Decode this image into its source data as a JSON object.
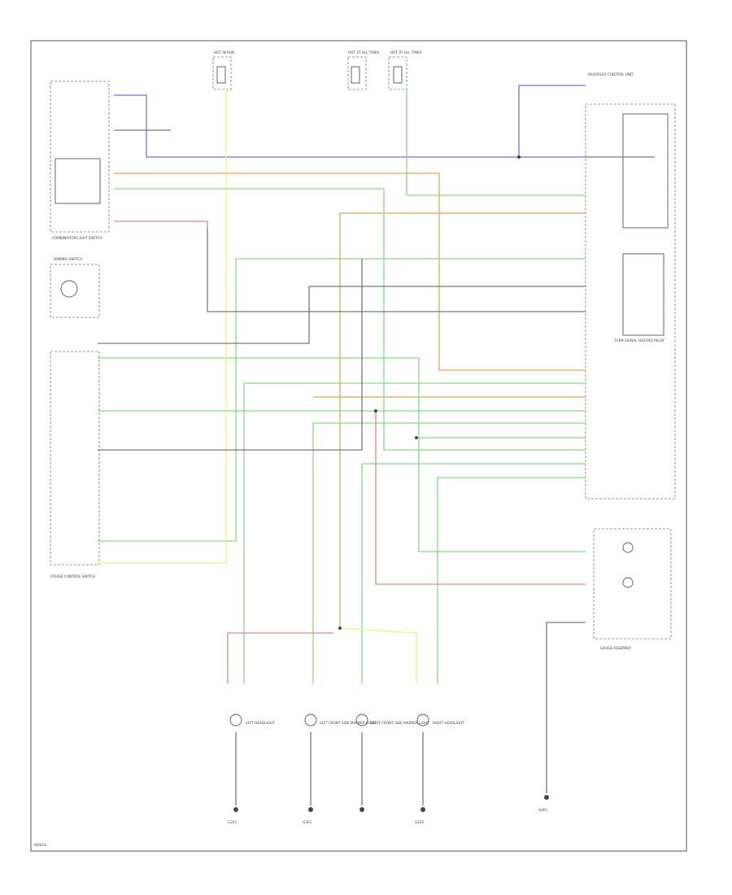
{
  "colors": {
    "blue": "#6f6ff2",
    "orange": "#f0a050",
    "green": "#7fe07f",
    "yellow": "#f0f07a",
    "red": "#f08080",
    "gray": "#777777",
    "frame": "#555555"
  },
  "labels": {
    "fuse_box_top_left": "HOT IN RUN",
    "fuse_box_top_mid": "HOT AT ALL TIMES",
    "fuse_box_top_right": "HOT AT ALL TIMES",
    "left_panel_label": "COMBINATION LIGHT SWITCH",
    "dimmer_label": "DIMMER SWITCH",
    "cruise_label": "CRUISE CONTROL SWITCH",
    "control_unit_label": "MULTIPLEX CONTROL UNIT",
    "turn_signal_label": "TURN SIGNAL HAZARD RELAY",
    "right_lower_label": "GAUGE ASSEMBLY",
    "headlight_left": "LEFT HEADLIGHT",
    "headlight_left2": "LEFT FRONT SIDE MARKER LIGHT",
    "headlight_right": "RIGHT FRONT SIDE MARKER LIGHT",
    "headlight_right2": "RIGHT HEADLIGHT",
    "ground_1": "G201",
    "ground_2": "G301",
    "ground_3": "G202",
    "ground_4": "G401",
    "footer_code": "W0016"
  }
}
